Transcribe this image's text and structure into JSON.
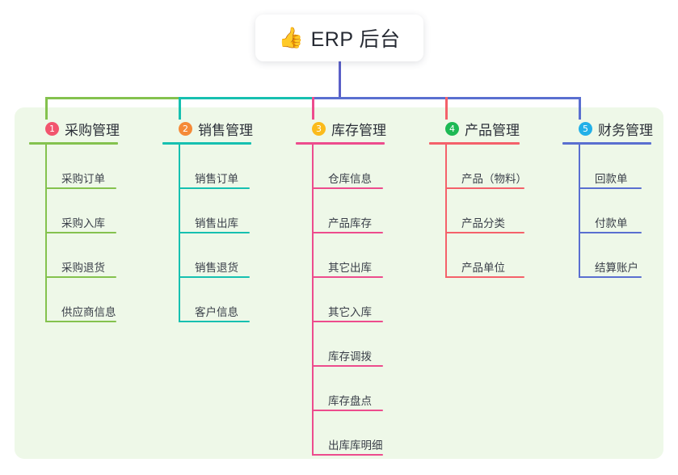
{
  "root": {
    "icon": "thumbs-up-emoji",
    "emoji": "👍",
    "title": "ERP 后台"
  },
  "palette": {
    "panel_bg": "#eef8e8",
    "page_bg": "#ffffff",
    "root_trunk": "#5a5fc7"
  },
  "branches": [
    {
      "number": "1",
      "title": "采购管理",
      "badge_color": "#f2556e",
      "line_color": "#84c24e",
      "items": [
        "采购订单",
        "采购入库",
        "采购退货",
        "供应商信息"
      ]
    },
    {
      "number": "2",
      "title": "销售管理",
      "badge_color": "#f58a37",
      "line_color": "#16c0b0",
      "items": [
        "销售订单",
        "销售出库",
        "销售退货",
        "客户信息"
      ]
    },
    {
      "number": "3",
      "title": "库存管理",
      "badge_color": "#fbbb1c",
      "line_color": "#ed4c8d",
      "items": [
        "仓库信息",
        "产品库存",
        "其它出库",
        "其它入库",
        "库存调拨",
        "库存盘点",
        "出库库明细"
      ]
    },
    {
      "number": "4",
      "title": "产品管理",
      "badge_color": "#1db954",
      "line_color": "#f4616a",
      "items": [
        "产品（物料）",
        "产品分类",
        "产品单位"
      ]
    },
    {
      "number": "5",
      "title": "财务管理",
      "badge_color": "#22b0e8",
      "line_color": "#5a6fd0",
      "items": [
        "回款单",
        "付款单",
        "结算账户"
      ]
    }
  ]
}
